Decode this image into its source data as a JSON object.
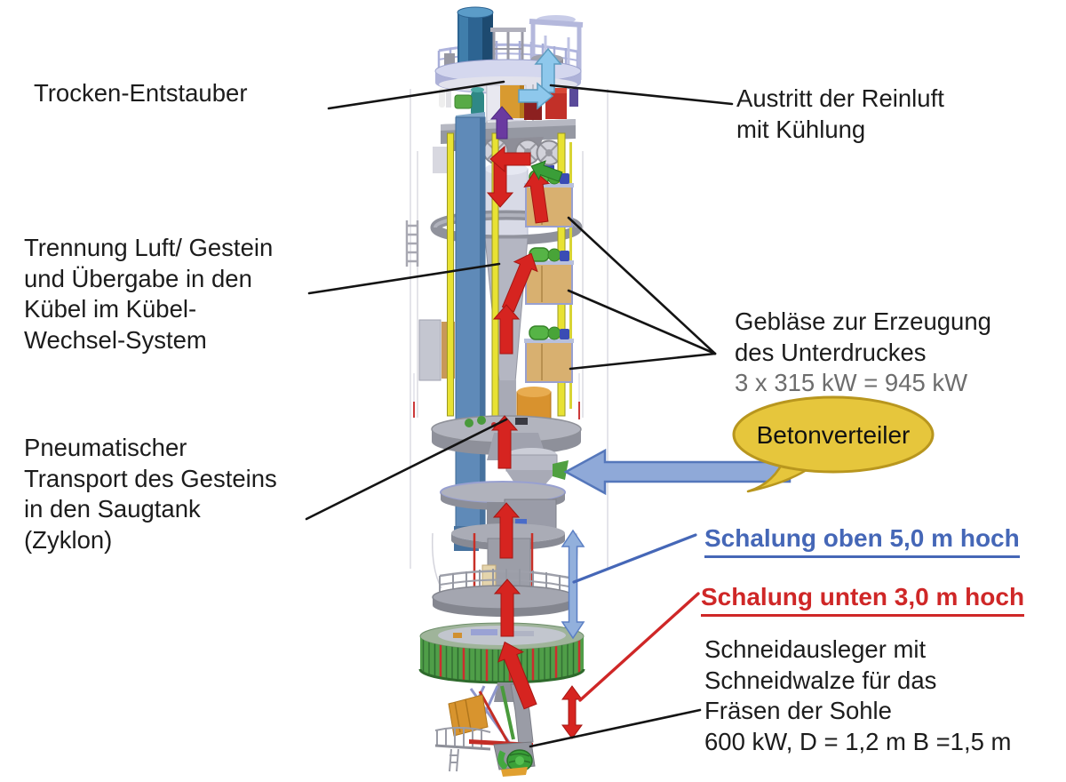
{
  "labels": {
    "trocken_entstauber": "Trocken-Entstauber",
    "austritt_lines": [
      "Austritt der Reinluft",
      "mit Kühlung"
    ],
    "trennung_lines": [
      "Trennung Luft/ Gestein",
      "und Übergabe in den",
      "Kübel im Kübel-",
      "Wechsel-System"
    ],
    "geblaese_lines": [
      "Gebläse zur Erzeugung",
      "des Unterdruckes"
    ],
    "geblaese_power": "3 x 315 kW = 945 kW",
    "betonverteiler": "Betonverteiler",
    "pneumatisch_lines": [
      "Pneumatischer",
      "Transport des Gesteins",
      "in den Saugtank",
      "(Zyklon)"
    ],
    "schalung_oben": "Schalung oben 5,0 m hoch",
    "schalung_unten": "Schalung unten 3,0 m hoch",
    "schneid_lines": [
      "Schneidausleger mit",
      "Schneidwalze für das",
      "Fräsen der Sohle",
      "600 kW, D = 1,2 m B =1,5 m"
    ]
  },
  "colors": {
    "label_text": "#1c1c1c",
    "power_gray": "#6d6d6d",
    "schalung_oben_blue": "#4567b7",
    "schalung_unten_red": "#cf2727",
    "bubble_fill": "#e6c63c",
    "bubble_border": "#b8961e",
    "flow_arrow_red": "#d62420",
    "clean_air_lightblue": "#8ec8ec",
    "measure_arrow_blue": "#92b0dc",
    "concrete_arrow_blue": "#8fa9d8",
    "leader_black": "#141414"
  }
}
